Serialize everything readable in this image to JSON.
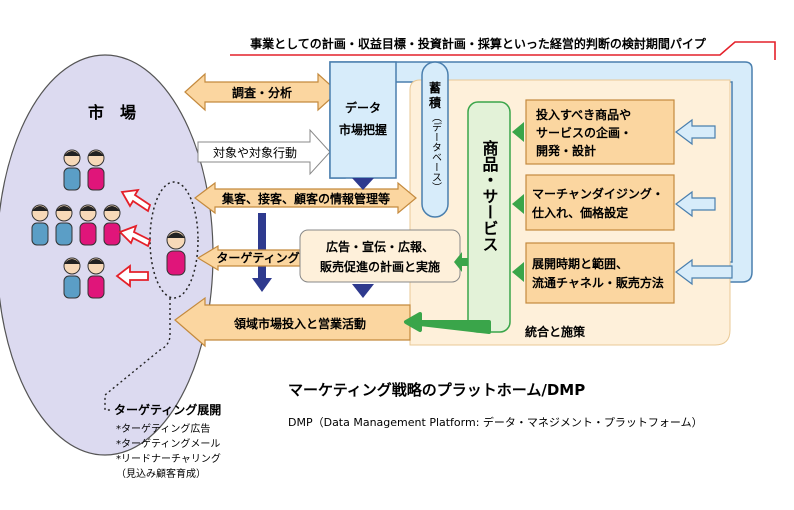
{
  "header": {
    "pipeline_text": "事業としての計画・収益目標・投資計画・採算といった経営的判断の検討期間パイプ"
  },
  "market": {
    "title": "市　場"
  },
  "arrows": {
    "research": "調査・分析",
    "target_behavior": "対象や対象行動",
    "customer_management": "集客、接客、顧客の情報管理等",
    "targeting": "ターゲティング",
    "market_launch": "領域市場投入と営業活動"
  },
  "boxes": {
    "data_line1": "データ",
    "data_line2": "市場把握",
    "storage_line1": "蓄",
    "storage_line2": "積",
    "storage_line3": "（データベース）",
    "product_service": "商品・サービス",
    "ad_line1": "広告・宣伝・広報、",
    "ad_line2": "販売促進の計画と実施"
  },
  "plans": [
    {
      "line1": "投入すべき商品や",
      "line2": "サービスの企画・",
      "line3": "開発・設計"
    },
    {
      "line1": "マーチャンダイジング・",
      "line2": "仕入れ、価格設定"
    },
    {
      "line1": "展開時期と範囲、",
      "line2": "流通チャネル・販売方法"
    }
  ],
  "integration_label": "統合と施策",
  "caption": {
    "title": "マーケティング戦略のプラットホーム/DMP",
    "subtitle": "DMP（Data Management Platform: データ・マネジメント・プラットフォーム）"
  },
  "targeting_expansion": {
    "title": "ターゲティング展開",
    "items": [
      "*ターゲティング広告",
      "*ターゲティングメール",
      "*リードナーチャリング",
      "（見込み顧客育成）"
    ]
  },
  "colors": {
    "market_fill": "#dcdaf0",
    "arrow_fill": "#fbd6a0",
    "panel_fill": "#fef0da",
    "pipe_fill": "#d7ecfa",
    "pipe_stroke": "#4a7fae",
    "green_box_fill": "#e3f2d8",
    "green": "#3aa54a",
    "navy": "#2e3a8e",
    "red": "#e4202a",
    "person_teal": "#5b9ec6",
    "person_pink": "#e0157a"
  }
}
